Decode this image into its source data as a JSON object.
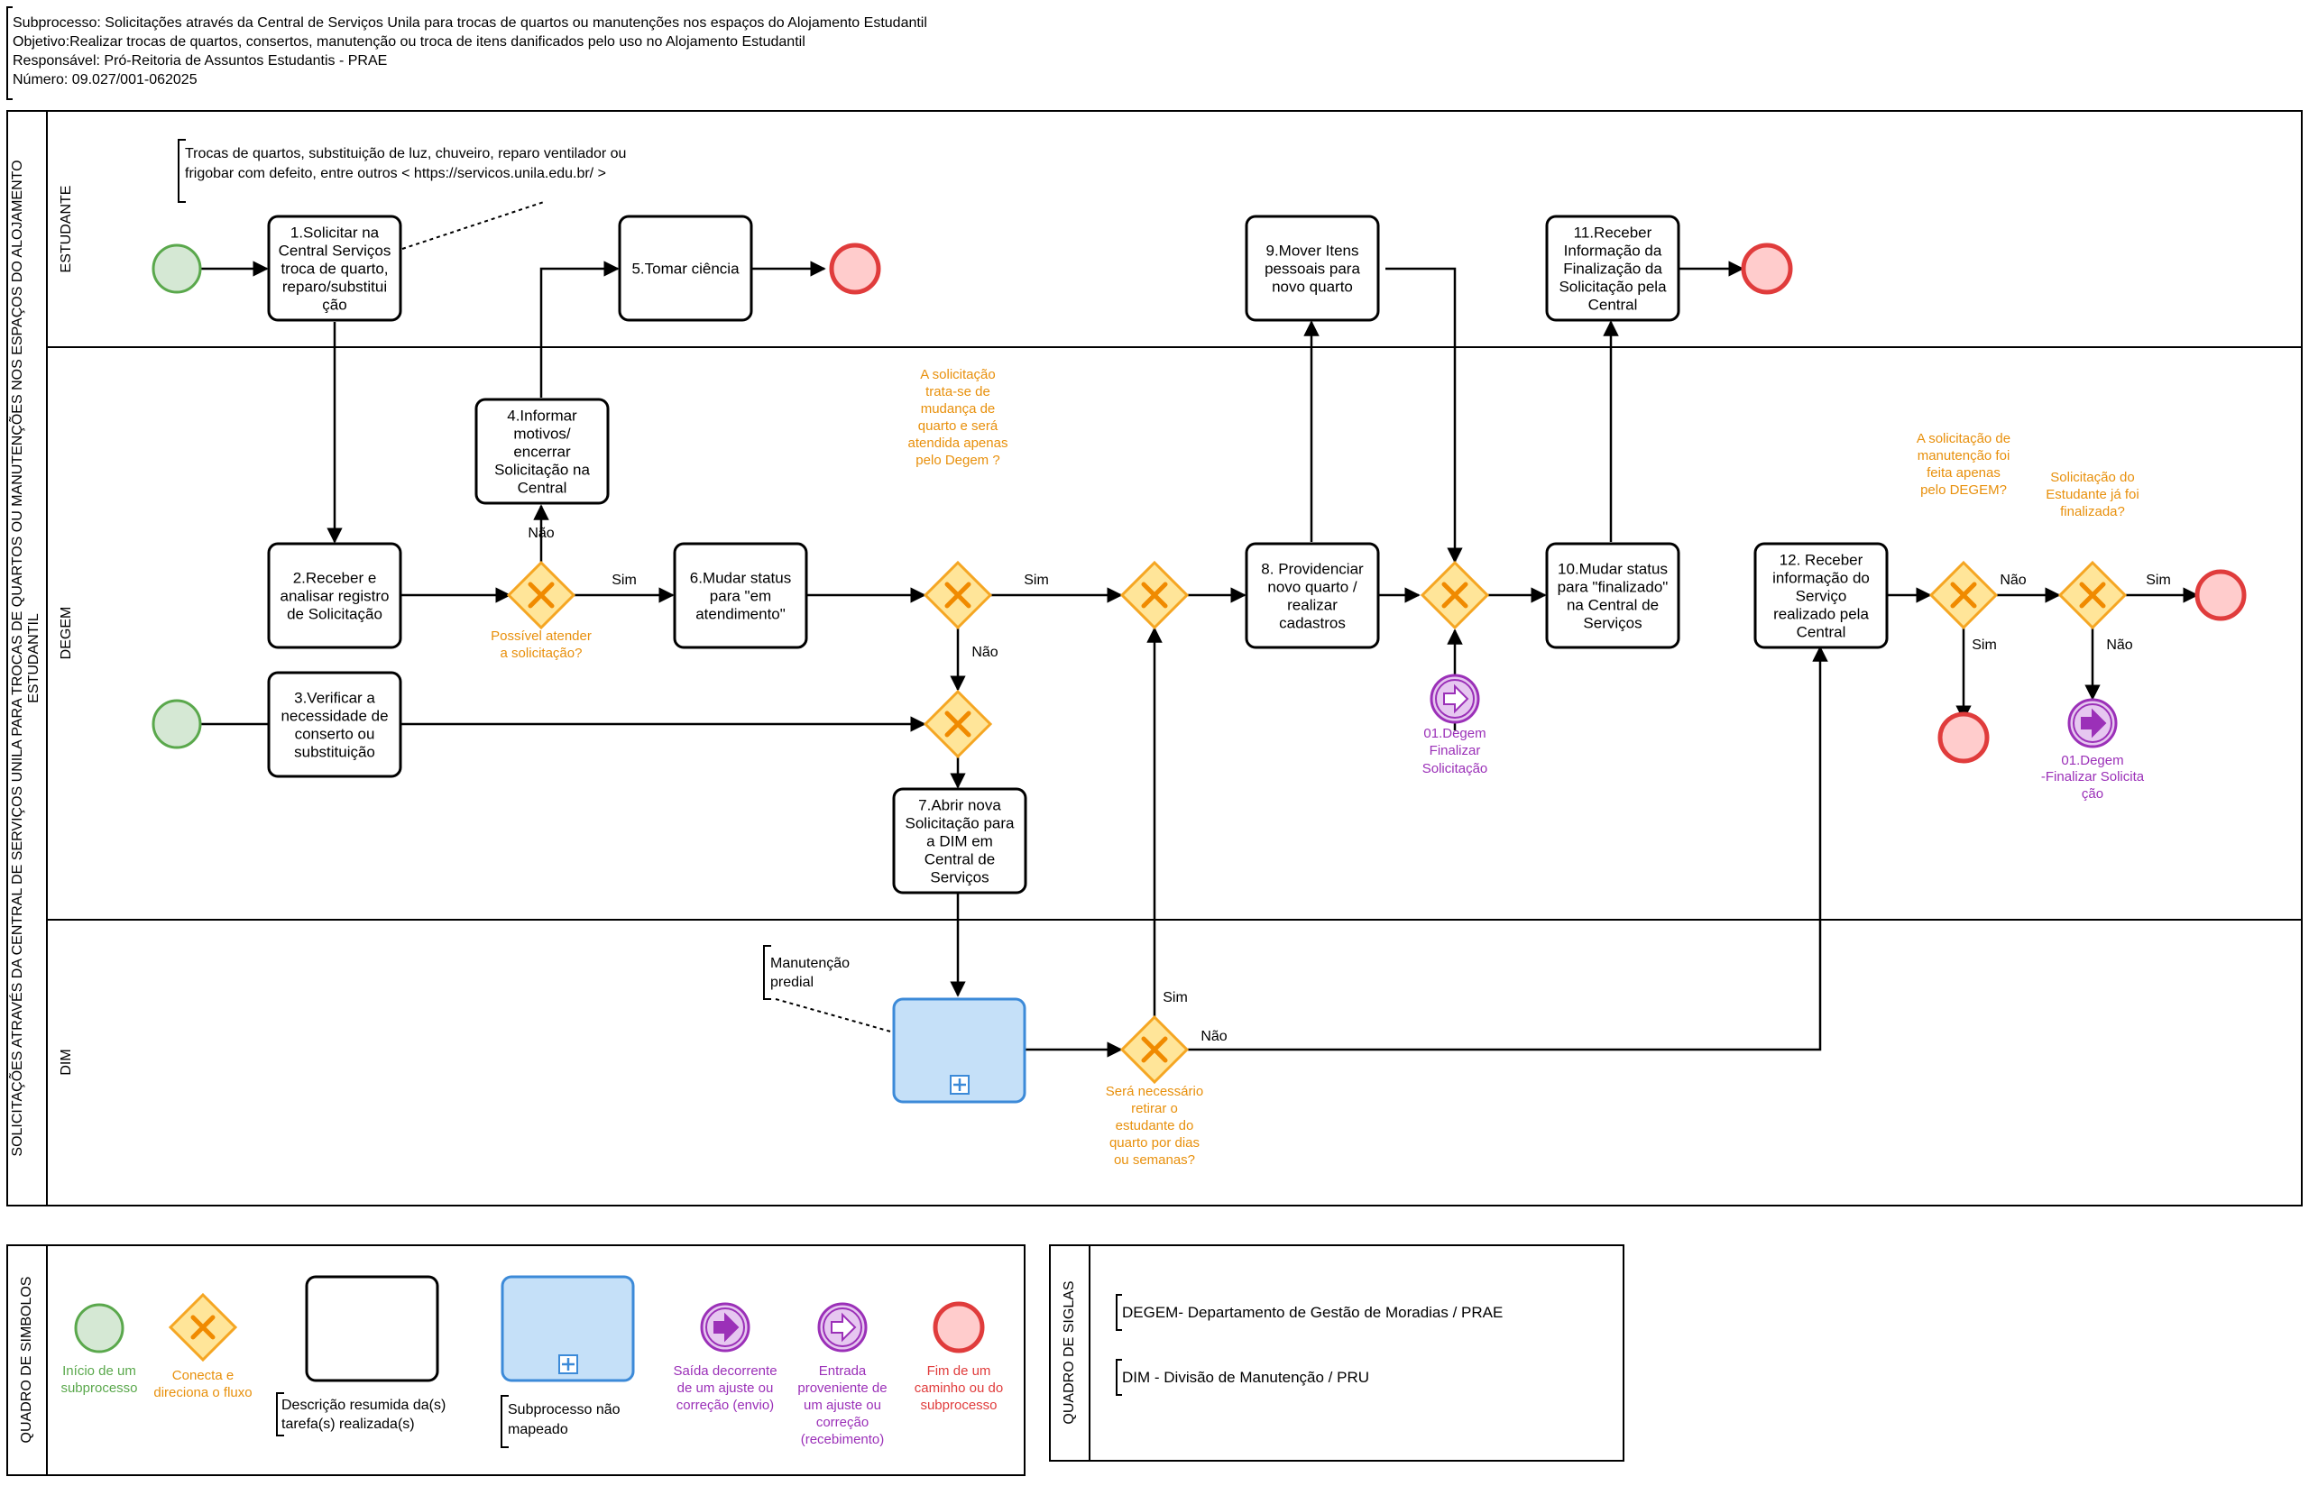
{
  "header": {
    "lines": [
      "Subprocesso: Solicitações através da Central de Serviços Unila para trocas de quartos ou manutenções nos espaços do Alojamento Estudantil",
      "Objetivo:Realizar trocas de quartos, consertos, manutenção ou troca de itens danificados pelo uso no Alojamento Estudantil",
      "Responsável: Pró-Reitoria de Assuntos Estudantis - PRAE",
      "Número: 09.027/001-062025"
    ]
  },
  "pool": {
    "title_lines": [
      "SOLICITAÇÕES ATRAVÉS DA CENTRAL DE SERVIÇOS UNILA PARA TROCAS DE QUARTOS OU MANUTENÇÕES NOS ESPAÇOS DO ALOJAMENTO",
      "ESTUDANTIL"
    ],
    "lanes": {
      "estudante": "ESTUDANTE",
      "degem": "DEGEM",
      "dim": "DIM"
    }
  },
  "tasks": {
    "t1": [
      "1.Solicitar na",
      "Central Serviços",
      "troca de quarto,",
      "reparo/substitui",
      "ção"
    ],
    "t2": [
      "2.Receber e",
      "analisar registro",
      "de Solicitação"
    ],
    "t3": [
      "3.Verificar a",
      "necessidade de",
      "conserto ou",
      "substituição"
    ],
    "t4": [
      "4.Informar",
      "motivos/",
      "encerrar",
      "Solicitação na",
      "Central"
    ],
    "t5": [
      "5.Tomar ciência"
    ],
    "t6": [
      "6.Mudar status",
      "para \"em",
      "atendimento\""
    ],
    "t7": [
      "7.Abrir nova",
      "Solicitação para",
      "a DIM em",
      "Central de",
      "Serviços"
    ],
    "t8": [
      "8. Providenciar",
      "novo quarto /",
      "realizar",
      "cadastros"
    ],
    "t9": [
      "9.Mover Itens",
      "pessoais para",
      "novo quarto"
    ],
    "t10": [
      "10.Mudar status",
      "para \"finalizado\"",
      "na Central de",
      "Serviços"
    ],
    "t11": [
      "11.Receber",
      "Informação da",
      "Finalização da",
      "Solicitação pela",
      "Central"
    ],
    "t12": [
      "12. Receber",
      "informação do",
      "Serviço",
      "realizado pela",
      "Central"
    ]
  },
  "annotations": {
    "estudante_note": [
      "Trocas de quartos, substituição de luz, chuveiro, reparo ventilador ou",
      "frigobar com defeito, entre outros < https://servicos.unila.edu.br/ >"
    ],
    "dim_note": [
      "Manutenção",
      "predial"
    ]
  },
  "gateway_questions": {
    "g1": [
      "Possível atender",
      "a solicitação?"
    ],
    "g2": [
      "A solicitação",
      "trata-se de",
      "mudança de",
      "quarto e será",
      "atendida apenas",
      "pelo Degem ?"
    ],
    "gdim": [
      "Será necessário",
      "retirar o",
      "estudante do",
      "quarto por dias",
      "ou semanas?"
    ],
    "g5": [
      "A solicitação de",
      "manutenção foi",
      "feita apenas",
      "pelo DEGEM?"
    ],
    "g6": [
      "Solicitação do",
      "Estudante já foi",
      "finalizada?"
    ]
  },
  "flow_labels": {
    "sim": "Sim",
    "nao": "Não"
  },
  "link_events": {
    "degem_finalizar_in": [
      "01.Degem",
      "Finalizar",
      "Solicitação"
    ],
    "degem_finalizar_out": [
      "01.Degem",
      "-Finalizar Solicita",
      "ção"
    ]
  },
  "legend": {
    "title": "QUADRO DE SIMBOLOS",
    "start": [
      "Início de um",
      "subprocesso"
    ],
    "gateway": [
      "Conecta e",
      "direciona o fluxo"
    ],
    "task": [
      "Descrição resumida da(s)",
      "tarefa(s) realizada(s)"
    ],
    "subprocess": [
      "Subprocesso não",
      "mapeado"
    ],
    "link_out": [
      "Saída decorrente",
      "de um ajuste ou",
      "correção (envio)"
    ],
    "link_in": [
      "Entrada",
      "proveniente de",
      "um ajuste ou",
      "correção",
      "(recebimento)"
    ],
    "end": [
      "Fim de um",
      "caminho ou do",
      "subprocesso"
    ]
  },
  "acronyms": {
    "title": "QUADRO DE SIGLAS",
    "items": [
      "DEGEM- Departamento de Gestão de Moradias / PRAE",
      "DIM - Divisão de Manutenção / PRU"
    ]
  },
  "colors": {
    "start_fill": "#d5e8d4",
    "start_stroke": "#5aa84c",
    "end_fill": "#ffcccc",
    "end_stroke": "#e03c3c",
    "gateway_fill": "#ffe599",
    "gateway_stroke": "#f5a623",
    "gateway_x": "#f08a00",
    "question_text": "#e8900c",
    "link_fill": "#e6c7f0",
    "link_stroke": "#9b30b8",
    "link_text": "#9b30b8",
    "subprocess_fill": "#c5e0f8",
    "subprocess_stroke": "#3c8ad8"
  }
}
